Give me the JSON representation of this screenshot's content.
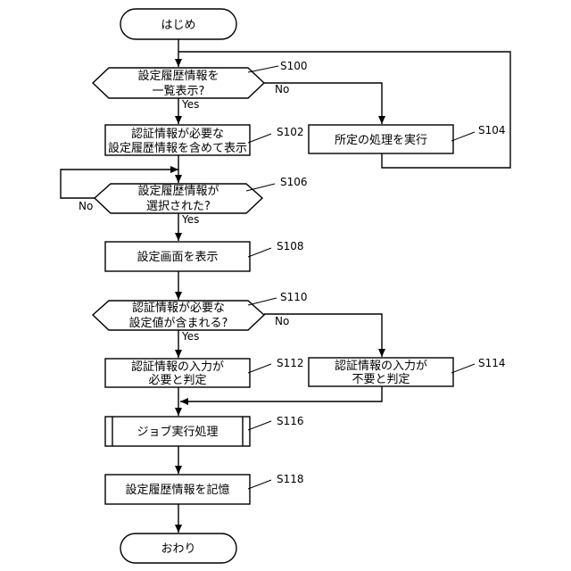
{
  "nodes": {
    "start": {
      "text": "はじめ"
    },
    "s100": {
      "lines": [
        "設定履歴情報を",
        "一覧表示?"
      ],
      "label": "S100"
    },
    "s102": {
      "lines": [
        "認証情報が必要な",
        "設定履歴情報を含めて表示"
      ],
      "label": "S102"
    },
    "s104": {
      "text": "所定の処理を実行",
      "label": "S104"
    },
    "s106": {
      "lines": [
        "設定履歴情報が",
        "選択された?"
      ],
      "label": "S106"
    },
    "s108": {
      "text": "設定画面を表示",
      "label": "S108"
    },
    "s110": {
      "lines": [
        "認証情報が必要な",
        "設定値が含まれる?"
      ],
      "label": "S110"
    },
    "s112": {
      "lines": [
        "認証情報の入力が",
        "必要と判定"
      ],
      "label": "S112"
    },
    "s114": {
      "lines": [
        "認証情報の入力が",
        "不要と判定"
      ],
      "label": "S114"
    },
    "s116": {
      "text": "ジョブ実行処理",
      "label": "S116"
    },
    "s118": {
      "text": "設定履歴情報を記憶",
      "label": "S118"
    },
    "end": {
      "text": "おわり"
    }
  },
  "branch_labels": {
    "s100_yes": "Yes",
    "s100_no": "No",
    "s106_yes": "Yes",
    "s106_no": "No",
    "s110_yes": "Yes",
    "s110_no": "No"
  }
}
